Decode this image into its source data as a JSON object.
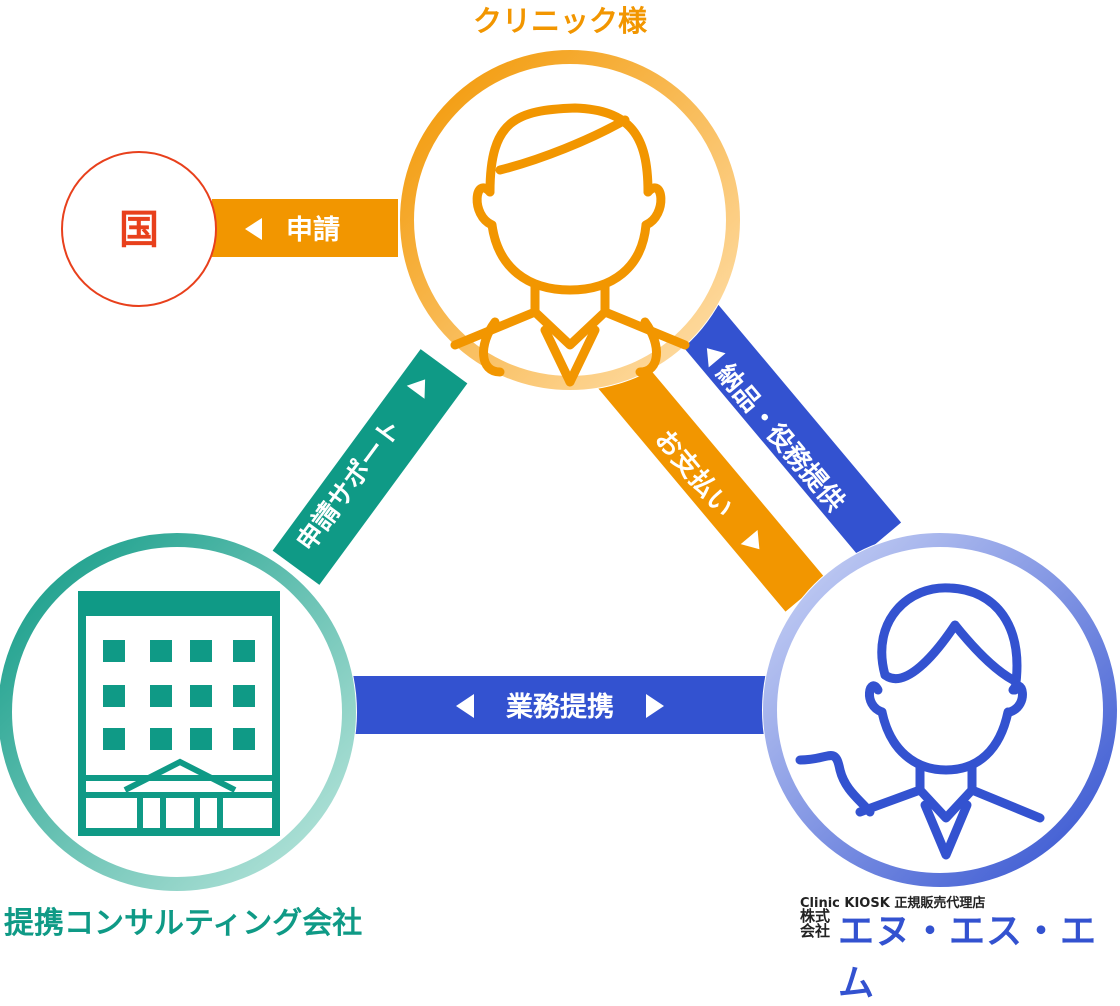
{
  "nodes": {
    "clinic": {
      "label": "クリニック様"
    },
    "government": {
      "label": "国"
    },
    "consulting": {
      "label": "提携コンサルティング会社"
    },
    "ensm": {
      "tagline": "Clinic KIOSK 正規販売代理店",
      "corp_type": "株式\n会社",
      "name": "エヌ・エス・エム"
    }
  },
  "edges": {
    "apply": "申請",
    "apply_support": "申請サポート",
    "payment": "お支払い",
    "delivery": "納品・役務提供",
    "partnership": "業務提携"
  },
  "colors": {
    "orange": "#f29600",
    "red": "#e8401c",
    "green": "#0f9a86",
    "blue": "#3352d0"
  },
  "icons": {
    "arrow": "triangle-arrow",
    "clinic": "doctor-icon",
    "consulting": "office-building-icon",
    "ensm": "business-person-icon"
  }
}
